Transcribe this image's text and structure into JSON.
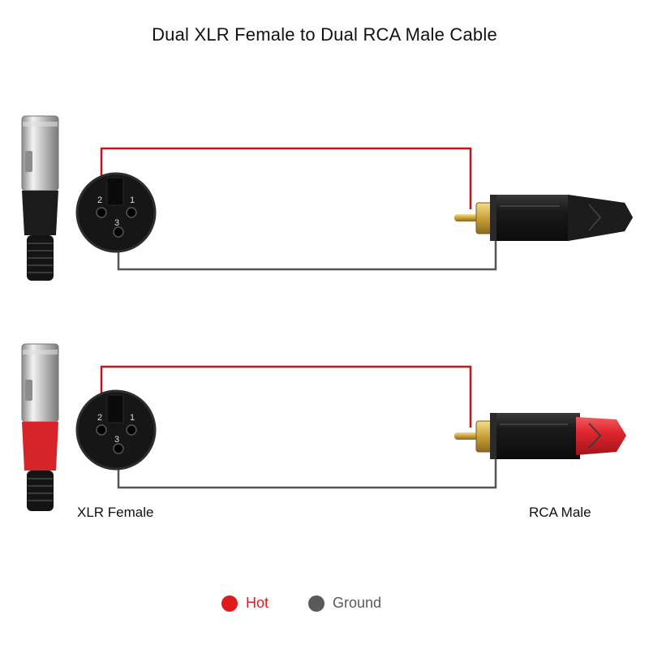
{
  "title": "Dual XLR Female to Dual RCA Male Cable",
  "labels": {
    "xlr": "XLR Female",
    "rca": "RCA Male"
  },
  "pins": [
    "1",
    "2",
    "3"
  ],
  "legend": [
    {
      "label": "Hot",
      "color": "#e01b1b"
    },
    {
      "label": "Ground",
      "color": "#5a5a5a"
    }
  ],
  "colors": {
    "hot_wire": "#c3161c",
    "ground_wire": "#555555",
    "accent_red": "#d9232b",
    "connector_black": "#1c1c1c",
    "gold": "#c9a13b",
    "nickel": "#c8c8c8"
  },
  "cables": [
    {
      "name": "cable-1",
      "boot_color": "#1c1c1c",
      "rca_cap_color": "#1c1c1c"
    },
    {
      "name": "cable-2",
      "boot_color": "#d9232b",
      "rca_cap_color": "#e0262e"
    }
  ]
}
